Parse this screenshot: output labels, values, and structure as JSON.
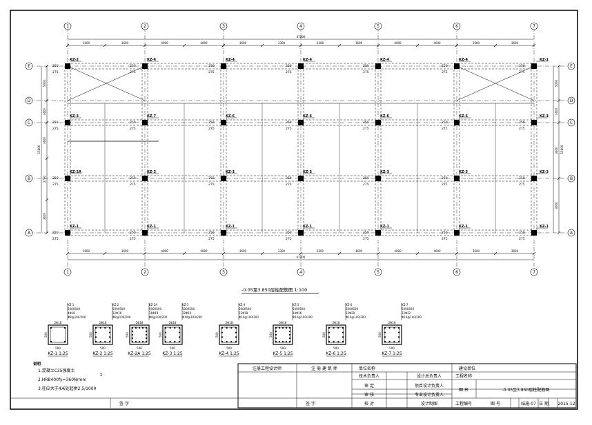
{
  "drawing": {
    "axis_labels_x": [
      "1",
      "2",
      "3",
      "4",
      "5",
      "6",
      "7"
    ],
    "axis_labels_y": [
      "A",
      "B",
      "C",
      "D",
      "E"
    ],
    "dims_top": [
      "3600",
      "3600",
      "4000",
      "4000",
      "3600",
      "3300",
      "3300",
      "3600",
      "4000",
      "4000",
      "3600",
      "3600"
    ],
    "dims_total": "47200",
    "dims_left": [
      "5000",
      "3600",
      "3600",
      "2700",
      "3600"
    ],
    "dims_right": [
      "5000",
      "3600",
      "3600",
      "3600"
    ],
    "dims_left_total": "15600",
    "dims_right_total": "15600",
    "column_tags": {
      "rowE": [
        "KZ-2",
        "KZ-4",
        "KZ-4",
        "KZ-4",
        "KZ-4",
        "KZ-4",
        "KZ-1"
      ],
      "rowC": [
        "KZ-3",
        "KZ-7",
        "KZ-6",
        "KZ-6",
        "KZ-6",
        "KZ-6",
        "KZ-3"
      ],
      "rowB": [
        "KZ-2A",
        "KZ-3",
        "KZ-3",
        "KZ-5",
        "KZ-3",
        "KZ-3",
        "KZ-3"
      ],
      "rowA": [
        "KZ-1",
        "KZ-1",
        "KZ-1",
        "KZ-1",
        "KZ-1",
        "KZ-1",
        "KZ-1"
      ]
    },
    "offset_a": "250",
    "offset_b": "275",
    "plan_title": "-0.05至3.850层柱配筋图 1:100"
  },
  "sections": [
    {
      "name": "KZ-1",
      "size": "500X500",
      "bars": "4Φ18",
      "stir": "Φ8@100/200",
      "caption": "KZ-1 1:25"
    },
    {
      "name": "KZ-2",
      "size": "500X500",
      "bars": "12Φ16",
      "stir": "Φ8@100/200",
      "caption": "KZ-2 1:25"
    },
    {
      "name": "KZ-2A",
      "size": "500X500",
      "bars": "16Φ18",
      "stir": "Φ8@100/200",
      "caption": "KZ-2A 1:25"
    },
    {
      "name": "KZ-3",
      "size": "500X500",
      "bars": "12Φ16",
      "stir": "Φ10@100/200",
      "caption": "KZ-3 1:25"
    },
    {
      "name": "KZ-4",
      "size": "500X500",
      "bars": "12Φ18",
      "stir": "Φ10@100/200",
      "caption": "KZ-4 1:25"
    },
    {
      "name": "KZ-5",
      "size": "500X500",
      "bars": "14Φ16",
      "stir": "Φ10@100/200",
      "caption": "KZ-5 1:25"
    },
    {
      "name": "KZ-6",
      "size": "500X500",
      "bars": "12Φ20",
      "stir": "Φ10@100/200",
      "caption": "KZ-6 1:25"
    },
    {
      "name": "KZ-7",
      "size": "500X500",
      "bars": "12Φ22",
      "stir": "Φ10@100/200",
      "caption": "KZ-7 1:25"
    }
  ],
  "section_dims": {
    "width": "500",
    "side": "500",
    "top": "2Φ18"
  },
  "notes": {
    "heading": "说明",
    "lines": [
      "1.混凝土C35强度土",
      "2.HRB400fy=360N/mm",
      "3.柱应大于4米处起拱2.5/1000"
    ],
    "superscript": "2"
  },
  "title_block": {
    "h1": "注册工程设计师",
    "h2": "注 册 建 筑 师",
    "h3": "单位名称",
    "h4": "建设单位",
    "rows_mid_left": [
      "技术负责人",
      "审 定",
      "审 核",
      "校 对"
    ],
    "rows_mid_right": [
      "设计总负责人",
      "项目设计负责人",
      "专业设计负责人",
      "设计制图"
    ],
    "project_label": "工程名称",
    "drawing_label": "图 名",
    "drawing_name": "-0.05至3.850层柱配筋图",
    "project_no_label": "工程编号",
    "sheet_label": "图 号",
    "sheet_no": "结施-07",
    "date_label": "日 期",
    "date": "2015-12",
    "sign1": "签 字",
    "sign2": "签 字"
  }
}
